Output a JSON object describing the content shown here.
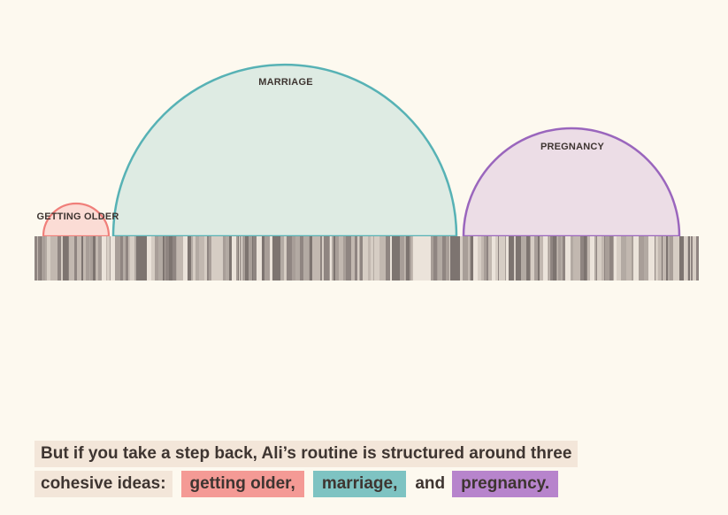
{
  "diagram": {
    "themes": [
      {
        "id": "getting-older",
        "label": "GETTING OLDER",
        "stroke": "#f07f7a",
        "fill": "#fbdcd5"
      },
      {
        "id": "marriage",
        "label": "MARRIAGE",
        "stroke": "#57b2b5",
        "fill": "#deebe3"
      },
      {
        "id": "pregnancy",
        "label": "PREGNANCY",
        "stroke": "#9a66bd",
        "fill": "#ecdde6"
      }
    ],
    "timeline_colors": [
      "#d6cdc4",
      "#c2b8b0",
      "#a89e98",
      "#8f8581",
      "#ebe3da",
      "#b3aaa3",
      "#7d7470"
    ]
  },
  "caption": {
    "line1": "But if you take a step back, Ali’s routine is structured around three",
    "line2_prefix": "cohesive ideas:",
    "older": "getting older,",
    "marriage": "marriage,",
    "and_word": "and",
    "pregnancy": "pregnancy."
  }
}
